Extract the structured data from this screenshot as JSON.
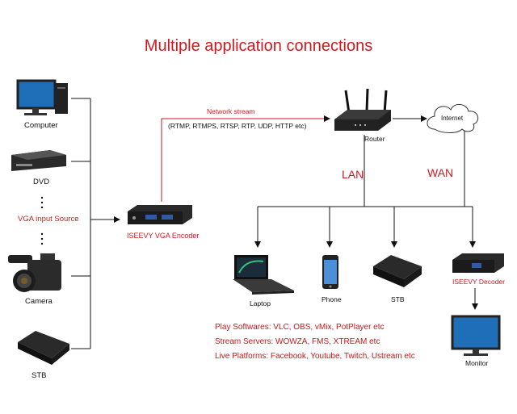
{
  "title": "Multiple application connections",
  "sources": {
    "computer": "Computer",
    "dvd": "DVD",
    "vga_input": "VGA  input Source",
    "camera": "Camera",
    "stb": "STB"
  },
  "encoder": {
    "label": "ISEEVY VGA Encoder"
  },
  "stream": {
    "title": "Network stream",
    "protocols": "(RTMP, RTMPS, RTSP, RTP, UDP, HTTP etc)"
  },
  "network": {
    "router": "Router",
    "internet": "Internet",
    "lan": "LAN",
    "wan": "WAN"
  },
  "endpoints": {
    "laptop": "Laptop",
    "phone": "Phone",
    "stb": "STB",
    "decoder": "ISEEVY Decoder",
    "monitor": "Monitor"
  },
  "info": {
    "play": "Play Softwares: VLC, OBS, vMix, PotPlayer etc",
    "stream_servers": "Stream Servers: WOWZA, FMS, XTREAM etc",
    "live_platforms": "Live Platforms: Facebook, Youtube, Twitch, Ustream etc"
  },
  "colors": {
    "title": "#d0191f",
    "accent": "#c8161c",
    "line": "#111111"
  }
}
